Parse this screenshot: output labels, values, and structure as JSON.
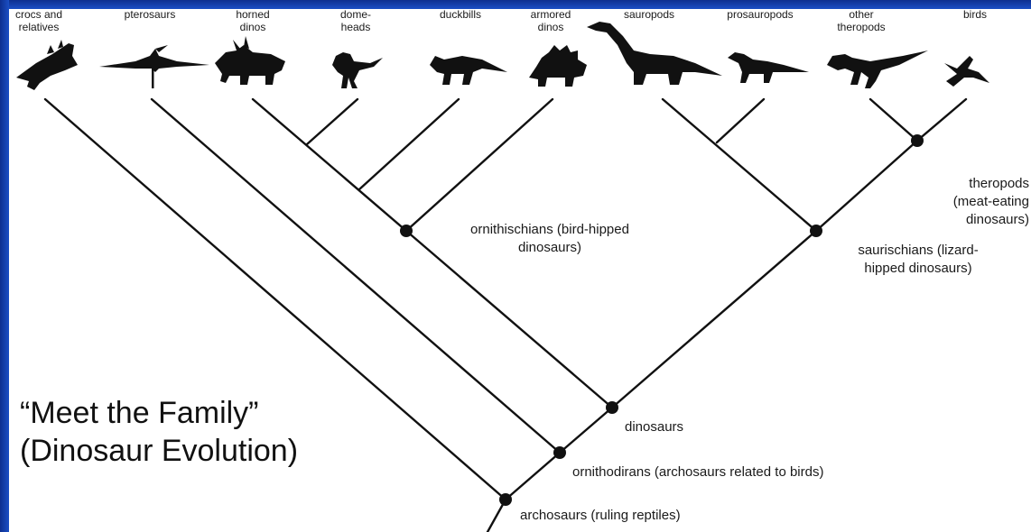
{
  "slide": {
    "title": "“Meet the Family” (Dinosaur Evolution)",
    "colors": {
      "border": "#1b4fc4",
      "background": "#ffffff",
      "ink": "#111111"
    }
  },
  "cladogram": {
    "taxa": [
      {
        "id": "crocs",
        "label_line1": "crocs and",
        "label_line2": "relatives",
        "icon": "crocodile-silhouette-icon"
      },
      {
        "id": "pterosaurs",
        "label_line1": "pterosaurs",
        "label_line2": "",
        "icon": "pterosaur-silhouette-icon"
      },
      {
        "id": "horned",
        "label_line1": "horned",
        "label_line2": "dinos",
        "icon": "triceratops-silhouette-icon"
      },
      {
        "id": "domeheads",
        "label_line1": "dome-",
        "label_line2": "heads",
        "icon": "pachycephalosaur-silhouette-icon"
      },
      {
        "id": "duckbills",
        "label_line1": "duckbills",
        "label_line2": "",
        "icon": "hadrosaur-silhouette-icon"
      },
      {
        "id": "armored",
        "label_line1": "armored",
        "label_line2": "dinos",
        "icon": "stegosaur-silhouette-icon"
      },
      {
        "id": "sauropods",
        "label_line1": "sauropods",
        "label_line2": "",
        "icon": "sauropod-silhouette-icon"
      },
      {
        "id": "prosauropods",
        "label_line1": "prosauropods",
        "label_line2": "",
        "icon": "prosauropod-silhouette-icon"
      },
      {
        "id": "theropods_other",
        "label_line1": "other",
        "label_line2": "theropods",
        "icon": "theropod-silhouette-icon"
      },
      {
        "id": "birds",
        "label_line1": "birds",
        "label_line2": "",
        "icon": "bird-silhouette-icon"
      }
    ],
    "nodes": [
      {
        "id": "theropods",
        "line1": "theropods",
        "line2": "(meat-eating",
        "line3": "dinosaurs)"
      },
      {
        "id": "ornithischians",
        "line1": "ornithischians (bird-hipped",
        "line2": "dinosaurs)"
      },
      {
        "id": "saurischians",
        "line1": "saurischians (lizard-",
        "line2": "hipped dinosaurs)"
      },
      {
        "id": "dinosaurs",
        "line1": "dinosaurs"
      },
      {
        "id": "ornithodirans",
        "line1": "ornithodirans (archosaurs related to birds)"
      },
      {
        "id": "archosaurs",
        "line1": "archosaurs (ruling reptiles)"
      }
    ]
  }
}
